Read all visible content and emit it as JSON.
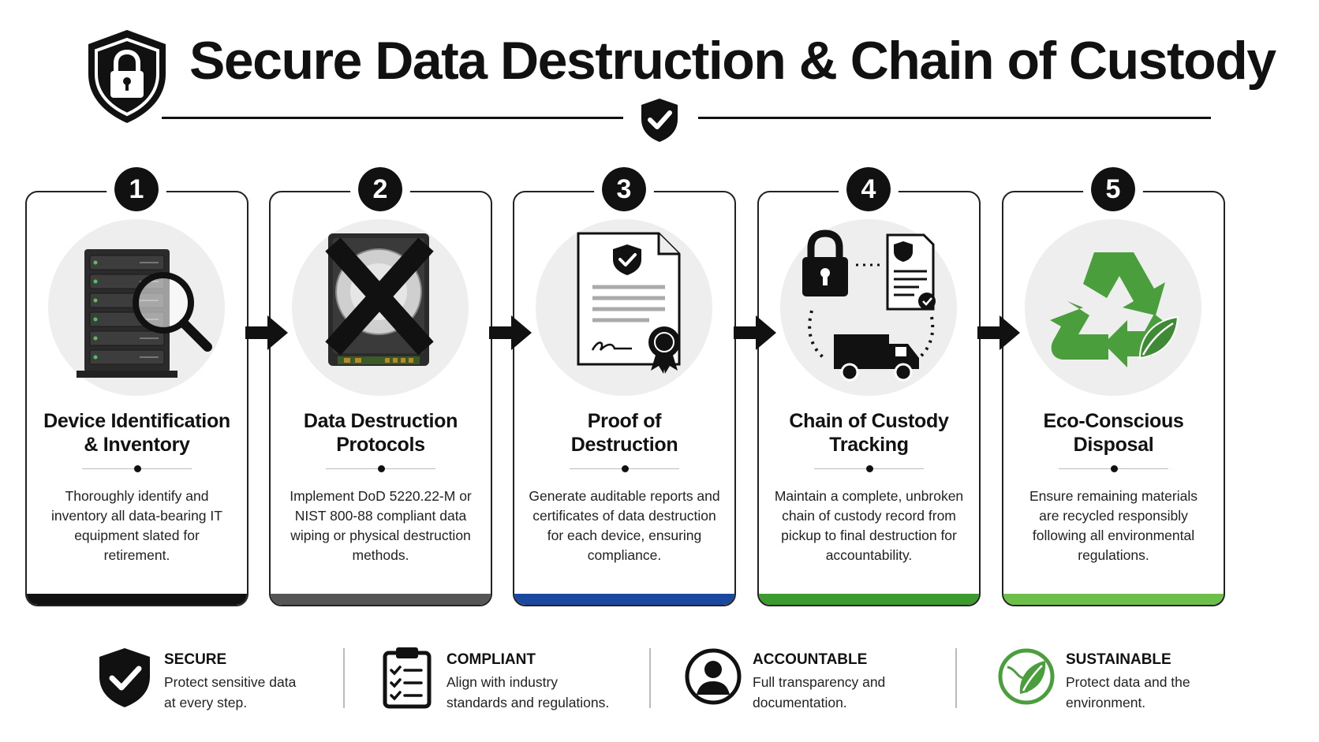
{
  "title": "Secure Data Destruction & Chain of Custody",
  "steps": [
    {
      "number": "1",
      "title_line1": "Device Identification",
      "title_line2": "& Inventory",
      "description": "Thoroughly identify and inventory all data-bearing IT equipment slated for retirement.",
      "accent": "#111111",
      "icon": "server-magnifier-icon"
    },
    {
      "number": "2",
      "title_line1": "Data Destruction",
      "title_line2": "Protocols",
      "description": "Implement DoD 5220.22-M or NIST 800-88 compliant data wiping or physical destruction methods.",
      "accent": "#555555",
      "icon": "crossed-hard-drive-icon"
    },
    {
      "number": "3",
      "title_line1": "Proof of",
      "title_line2": "Destruction",
      "description": "Generate auditable reports and certificates of data destruction for each device, ensuring compliance.",
      "accent": "#1a47a0",
      "icon": "certificate-icon"
    },
    {
      "number": "4",
      "title_line1": "Chain of Custody",
      "title_line2": "Tracking",
      "description": "Maintain a complete, unbroken chain of custody record from pickup to final destruction for accountability.",
      "accent": "#3d9a2f",
      "icon": "custody-cycle-icon"
    },
    {
      "number": "5",
      "title_line1": "Eco-Conscious",
      "title_line2": "Disposal",
      "description": "Ensure remaining materials are recycled responsibly following all environmental regulations.",
      "accent": "#6cc04a",
      "icon": "recycle-icon"
    }
  ],
  "footer": [
    {
      "heading": "SECURE",
      "text": "Protect sensitive data at every step.",
      "icon": "shield-check-icon"
    },
    {
      "heading": "COMPLIANT",
      "text": "Align with industry standards and regulations.",
      "icon": "clipboard-checklist-icon"
    },
    {
      "heading": "ACCOUNTABLE",
      "text": "Full transparency and documentation.",
      "icon": "user-circle-icon"
    },
    {
      "heading": "SUSTAINABLE",
      "text": "Protect data and the environment.",
      "icon": "leaf-globe-icon"
    }
  ],
  "colors": {
    "black": "#111111",
    "gray": "#555555",
    "blue": "#1a47a0",
    "green": "#3d9a2f",
    "light_green": "#6cc04a",
    "recycle_green": "#4a9e3c"
  }
}
